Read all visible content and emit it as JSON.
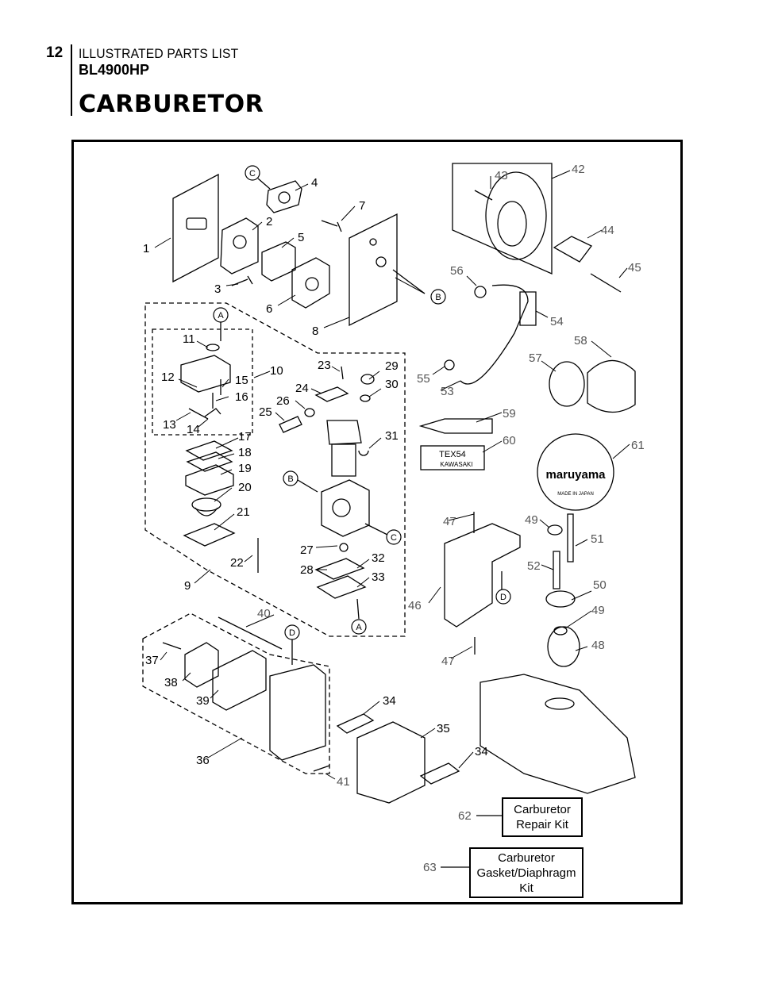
{
  "header": {
    "page_number": "12",
    "section": "ILLUSTRATED PARTS LIST",
    "model": "BL4900HP",
    "title": "CARBURETOR"
  },
  "callouts": {
    "ref_a": "A",
    "ref_b": "B",
    "ref_c": "C",
    "ref_d": "D"
  },
  "labels": {
    "tex54": "TEX54",
    "kawasaki": "KAWASAKI",
    "logo_text": "maruyama",
    "made_in_japan": "MADE IN JAPAN"
  },
  "parts": [
    "1",
    "2",
    "3",
    "4",
    "5",
    "6",
    "7",
    "8",
    "9",
    "10",
    "11",
    "12",
    "13",
    "14",
    "15",
    "16",
    "17",
    "18",
    "19",
    "20",
    "21",
    "22",
    "23",
    "24",
    "25",
    "26",
    "27",
    "28",
    "29",
    "30",
    "31",
    "32",
    "33",
    "34",
    "35",
    "36",
    "37",
    "38",
    "39",
    "40",
    "41",
    "42",
    "43",
    "44",
    "45",
    "46",
    "47",
    "48",
    "49",
    "50",
    "51",
    "52",
    "53",
    "54",
    "55",
    "56",
    "57",
    "58",
    "59",
    "60",
    "61"
  ],
  "kits": [
    {
      "number": "62",
      "line1": "Carburetor",
      "line2": "Repair Kit",
      "line3": ""
    },
    {
      "number": "63",
      "line1": "Carburetor",
      "line2": "Gasket/Diaphragm",
      "line3": "Kit"
    }
  ]
}
